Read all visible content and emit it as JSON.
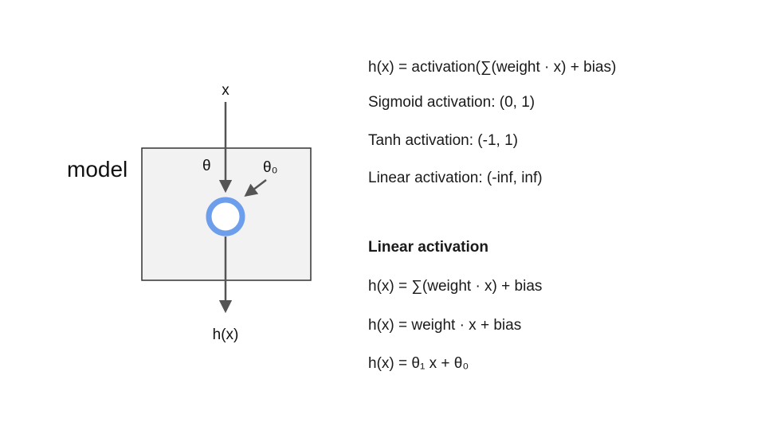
{
  "colors": {
    "circle": "#6d9eeb",
    "arrow": "#555555",
    "box_fill": "#f2f2f2",
    "box_stroke": "#333333"
  },
  "diagram": {
    "input_label": "x",
    "model_label": "model",
    "theta_label": "θ",
    "theta0_label": "θ₀",
    "output_label": "h(x)"
  },
  "notes": {
    "lines": [
      "h(x) = activation(∑(weight · x) + bias)",
      "Sigmoid activation: (0, 1)",
      "Tanh activation: (-1, 1)",
      "Linear activation: (-inf, inf)"
    ],
    "section_title": "Linear activation",
    "formulas": [
      "h(x) = ∑(weight · x) + bias",
      "h(x) = weight · x + bias",
      "h(x) = θ₁ x + θ₀"
    ]
  }
}
